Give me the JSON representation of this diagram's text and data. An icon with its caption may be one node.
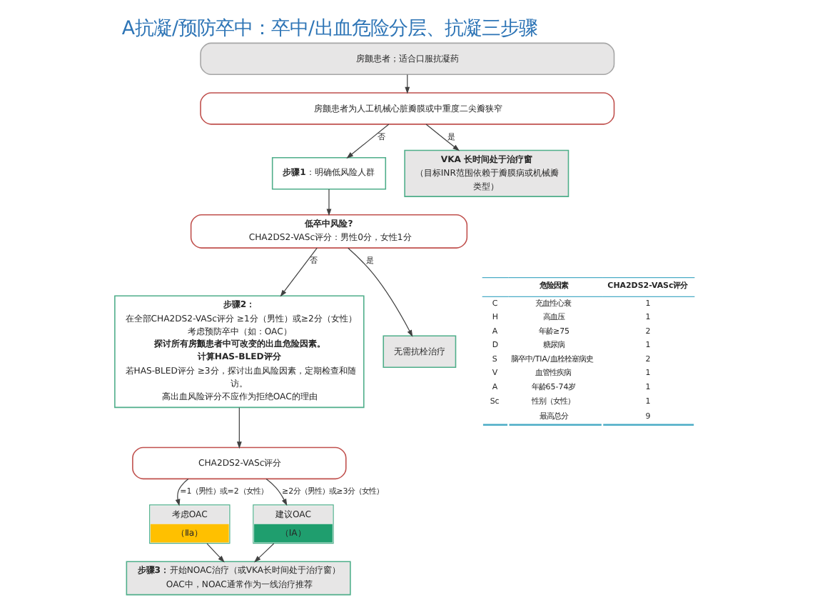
{
  "diagram": {
    "title": "A抗凝/预防卒中：卒中/出血危险分层、抗凝三步骤",
    "nodes": [
      {
        "text": [
          "房颤患者；适合口服抗凝药"
        ]
      },
      {
        "text": [
          "房颤患者为人工机械心脏瓣膜或中重度二尖瓣狭窄"
        ]
      },
      {
        "text": [
          "**步骤1**：明确低风险人群"
        ]
      },
      {
        "text": [
          "VKA 长时间处于治疗窗",
          "（目标INR范围依赖于瓣膜病或机械瓣类型）"
        ]
      },
      {
        "text": [
          "低卒中风险?",
          "CHA2DS2-VASc评分：男性0分，女性1分"
        ]
      },
      {
        "text": [
          "步骤2：",
          "在全部CHA2DS2-VASc评分 ≥1分（男性）或≥2分（女性）考虑预防卒中（如：OAC）",
          "探讨所有房颤患者中可改变的出血危险因素。",
          "计算HAS-BLED评分",
          "若HAS-BLED评分 ≥3分，探讨出血风险因素，定期检查和随访。",
          "高出血风险评分不应作为拒绝OAC的理由"
        ]
      },
      {
        "text": [
          "无需抗栓治疗"
        ]
      },
      {
        "text": [
          "CHA2DS2-VASc评分"
        ]
      },
      {
        "text": [
          "考虑OAC",
          "（Ⅱa）"
        ]
      },
      {
        "text": [
          "建议OAC",
          "（ⅠA）"
        ]
      },
      {
        "text": [
          "**步骤3：**开始NOAC治疗（或VKA长时间处于治疗窗）",
          "OAC中，NOAC通常作为一线治疗推荐"
        ]
      }
    ],
    "edges": [
      {
        "from": 0,
        "to": 1,
        "arrow": "to"
      },
      {
        "from": 1,
        "to": 2,
        "arrow": "to",
        "label": "否"
      },
      {
        "from": 1,
        "to": 3,
        "arrow": "to",
        "label": "是"
      },
      {
        "from": 2,
        "to": 4,
        "arrow": "to"
      },
      {
        "from": 4,
        "to": 5,
        "arrow": "to",
        "label": "否"
      },
      {
        "from": 4,
        "to": 6,
        "arrow": "to",
        "label": "是"
      },
      {
        "from": 5,
        "to": 7,
        "arrow": "to"
      },
      {
        "from": 7,
        "to": 8,
        "arrow": "to",
        "label": "=1（男性）或=2（女性）"
      },
      {
        "from": 7,
        "to": 9,
        "arrow": "to",
        "label": "≥2分（男性）或≥3分（女性）"
      },
      {
        "from": 8,
        "to": 10,
        "arrow": "to"
      },
      {
        "from": 9,
        "to": 10,
        "arrow": "to"
      }
    ],
    "labels": [
      "危险因素",
      "CHA2DS2-VASc评分",
      "C",
      "充血性心衰",
      "1",
      "H",
      "高血压",
      "1",
      "A",
      "年龄≥75",
      "2",
      "D",
      "糖尿病",
      "1",
      "S",
      "脑卒中/TIA/血栓栓塞病史",
      "2",
      "V",
      "血管性疾病",
      "1",
      "A",
      "年龄65-74岁",
      "1",
      "Sc",
      "性别（女性）",
      "1",
      "最高总分",
      "9"
    ]
  }
}
